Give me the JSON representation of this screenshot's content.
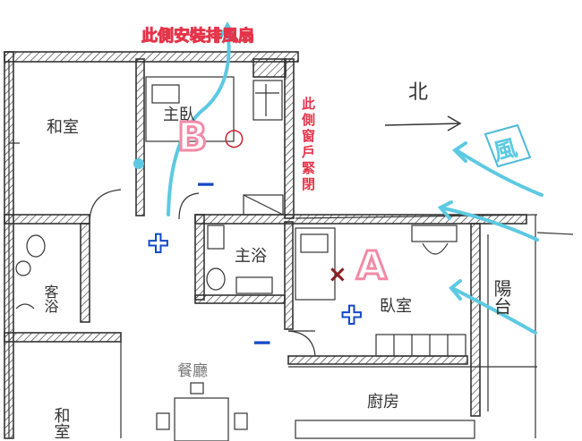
{
  "notes": {
    "top_fan": "此側安裝排風扇",
    "window_closed": "此側窗戶緊閉",
    "north": "北",
    "wind": "風"
  },
  "rooms": {
    "washitsu_top": "和室",
    "master_bedroom": "主臥",
    "master_bath": "主浴",
    "guest_bath": "客浴",
    "bedroom": "臥室",
    "balcony": "陽台",
    "dining": "餐廳",
    "washitsu_bottom": "和室",
    "kitchen": "廚房"
  },
  "markers": {
    "point_a": "A",
    "point_b": "B",
    "plus_symbol": "✚",
    "minus_symbol": "−",
    "x_symbol": "×",
    "o_symbol": "○"
  },
  "colors": {
    "airflow": "#5dc9e2",
    "pink_label": "#f28aa6",
    "red_note": "#e4344a",
    "marker_blue": "#1548c8",
    "ink": "#333333"
  }
}
